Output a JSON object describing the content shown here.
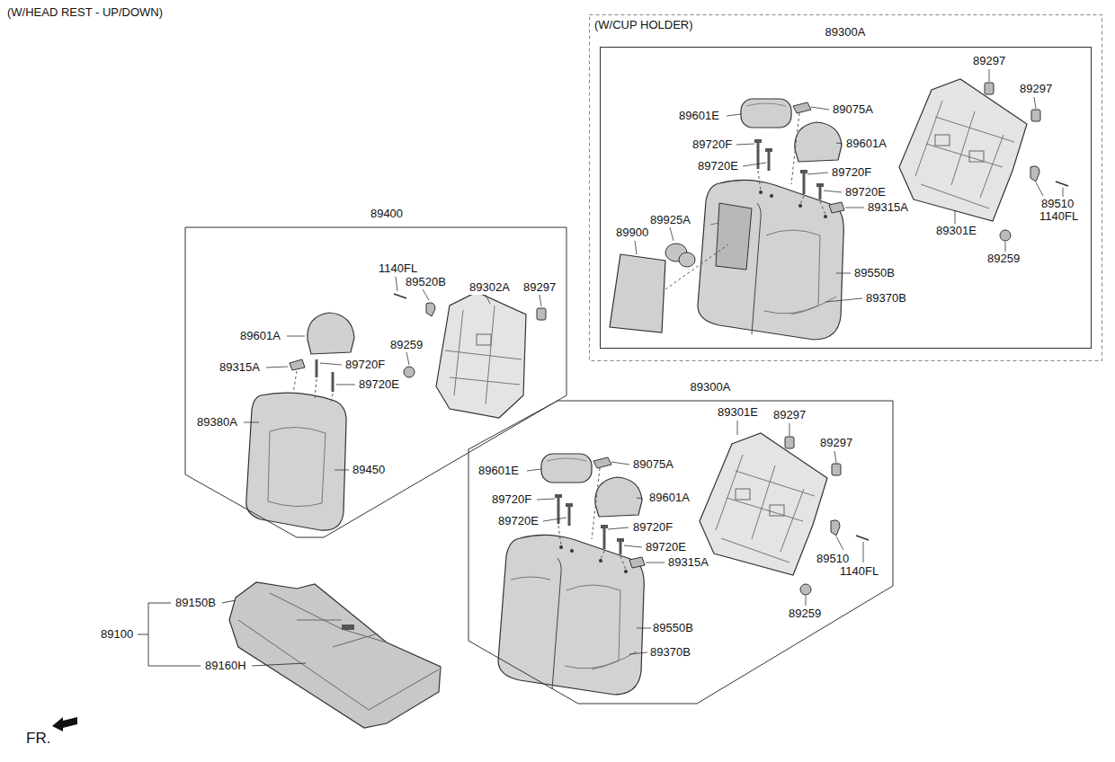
{
  "diagram": {
    "title": "(W/HEAD REST - UP/DOWN)",
    "nodes": [
      {
        "text": [
          "(W/CUP HOLDER)"
        ]
      },
      {
        "text": [
          "89300A"
        ],
        "in": 0
      },
      {
        "text": [
          "89400"
        ]
      },
      {
        "text": [
          "89300A"
        ]
      }
    ],
    "edges": [],
    "labels": [
      "89297",
      "89297",
      "89601E",
      "89075A",
      "89601A",
      "89720F",
      "89720E",
      "89720F",
      "89720E",
      "89315A",
      "89510",
      "1140FL",
      "89301E",
      "89925A",
      "89900",
      "89259",
      "89550B",
      "89370B",
      "1140FL",
      "89520B",
      "89302A",
      "89297",
      "89601A",
      "89259",
      "89315A",
      "89720F",
      "89720E",
      "89380A",
      "89450",
      "89301E",
      "89297",
      "89297",
      "89601E",
      "89075A",
      "89720F",
      "89601A",
      "89720E",
      "89720F",
      "89720E",
      "89315A",
      "89510",
      "1140FL",
      "89259",
      "89550B",
      "89370B",
      "89150B",
      "89100",
      "89160H",
      "FR."
    ]
  }
}
